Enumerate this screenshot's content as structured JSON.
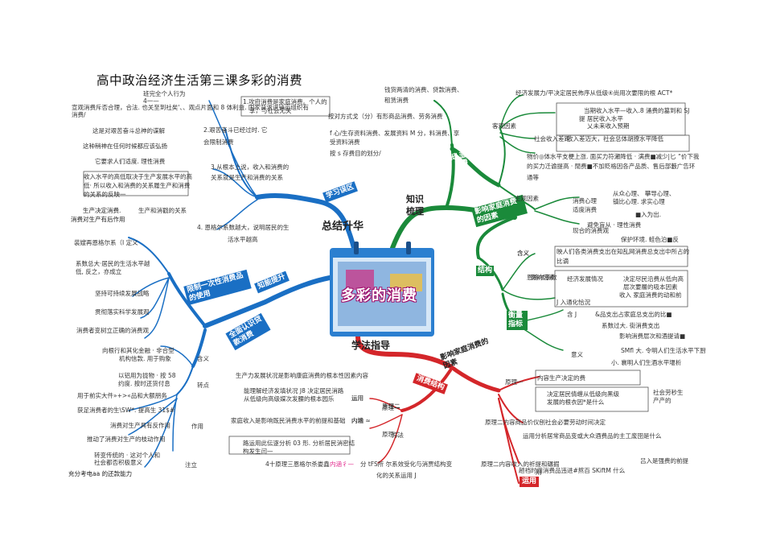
{
  "title": "高中政治经济生活第三课多彩的消费",
  "center": {
    "label": "多彩的消费"
  },
  "branches": {
    "summary": "总结升华",
    "knowledge": "知识梳理",
    "method": "学法指导",
    "study": "学习误区",
    "ability": "知能提升",
    "factors": "影响家庭消费的因素",
    "structure": "消费结构",
    "factors2": "影响家庭消费的因素",
    "limit": "限制一次性消费品的使用",
    "loan": "全面认识贷款消费",
    "consume_type": "消费类型",
    "structure_label": "结构",
    "measure": "衡量指标",
    "apply": "运用"
  },
  "subs": {
    "objective": "客观因素",
    "subjective": "主观因素",
    "meaning": "含义",
    "engel": "恩格尔系数",
    "principle1": "原理一",
    "principle2": "原理二",
    "method_box": "方法",
    "content": "内涵",
    "use": "运用"
  },
  "left_texts": [
    "班完全个人行为",
    "4一—",
    "宣观消费斥否合理，合法. 也关至到社矣'、、观点片面和 8 体利益. 国家背求进销亩组织有",
    "消费/",
    "这是对艰苦奋斗总神的谍解",
    "这种稍神在任何时候都应该弘扬",
    "它要求人们适度. 理性消费",
    "收入水平的高低取决于生产发展水平的高",
    "低· 所以收入和消费的关系履生产和消费",
    "的关系的反映一",
    "生产决定消费.",
    "生产和消戳的关系",
    "消费对生产有后作用",
    "装嫂再恩格尔系（I 定义",
    "系数总大·居民的生活水平越",
    "低, 反之，亦成立",
    "坚持可持续发展战略",
    "贯彻落实科学发展观",
    "消费者变树立正确的消费观",
    "向根行和其化金融 · 非合型",
    "机构信款. 用于购象",
    "含义",
    "以铝用为拢物 · 按 58",
    "约度. 按时还货付息",
    "转点",
    "用于前实大件»+>«品和大额朋务",
    "获足消费者的生\\SW*. 提高生 31$#",
    "消费对生产具有反作用",
    "作用",
    "推动了消费对生产的枝动作用",
    "转变传统的 · 这对个人和",
    "社会都否积极意义",
    "注立",
    "充分考电aa 的还款能力"
  ],
  "mid_texts": [
    "1.攻府消费是家庭消费。个人的",
    "",
    "享，与社会无关",
    "2.艰苦奋斗已经过时. 它",
    "会限制消费",
    "3.从根本上说，收入和消费的",
    "关系就是生产和消费的关系",
    "4. 恩格尔系数越大，说明居民的生",
    "活水平越高"
  ],
  "right_top_texts": [
    "钱货两清的消费、贷款消费、",
    "租赁消费",
    "按对方式戈（分）有形商品消费、劳务消费",
    "f 心/生存资料消费、发展资料 M 分，料消费、享",
    "受资料消费",
    "按 s 存费目的划分/",
    "经济发展力/平决定居民佈序从低级④尚用次要限的根 ACT*",
    "当期收入水平—收入.8 涌费的墓到和 SJ",
    "提 居民收入水平",
    "乂未来收入预期",
    "社会收入差距",
    "收入差迈大，社会总体胡撩水平降低",
    "物价◎体水平支梗上涨. 面买力符瀬降低 · 满费■减少|匕 “价下我",
    "的买力迁谕提高 · 閒费■不加贬格因各产品质、售后部藪广告环",
    "通等",
    "从众心理、 攀导心理、",
    "镇比心理. 求实心理",
    "■入为出.",
    "避免盲从 · 理性消费",
    "保护环境. 蛙色泊■反",
    "含义",
    "映人们各类消费支出在知乱网消费总支出中所占的",
    "比谪",
    "经济发展情况",
    "决定尽民沿费从低向高",
    "层次要層的吸本因素",
    "收入 家庭消费的动和前",
    "J 入通化恰況",
    "含 J",
    "&品支出占家庭总支出的比■",
    "系数过大. 街消费支出",
    "影响消费层次和酒提请■",
    "SMfl 大. 令明人们生活水平下厨",
    "小. 襄明人们生酒水平堰析",
    "内容生产决定的费",
    "决定居民倩缠从低级向黑级",
    "发展的根衣因*是什么",
    "社会劳秒生",
    "产产的",
    "原理二内容商品价仪刨社会必要劳动时间决定",
    "运用分析居常商品变或大众酒费品的主工废囹是什么",
    "原理二内容收入的祈提和碾掘",
    "吕入是强费的前提",
    "趟裆时用消费品违进#熬百 SKiftM 什么",
    "消费心理",
    "适度消费",
    "现合的消费观",
    "影响因素",
    "意义",
    "用"
  ],
  "bottom_mid_texts": [
    "生产力发展状况是影响康庭消费的根本性因素内容",
    "运用",
    "能理解经济发填状况 J8 决定居民消路",
    "从低级向高级媒次发腰的根本园乐",
    "内墟 ≈",
    "原理一",
    "家庭收入是影响既民消费水平的前提和基础",
    "原理二",
    "路运用此伝逐分析 03 形. 分析居民消密结",
    "构发生闫—",
    "4十原理三恩格尔杀娄鑫",
    "内涵彳—",
    "分 tFS所 尔系效受化与消贾结构变",
    "化的关系运用 J"
  ],
  "colors": {
    "green": "#1a8a3a",
    "red": "#d4262a",
    "blue": "#1a6fc4",
    "magenta": "#c0287a",
    "center_blue": "#2b7fd0"
  }
}
